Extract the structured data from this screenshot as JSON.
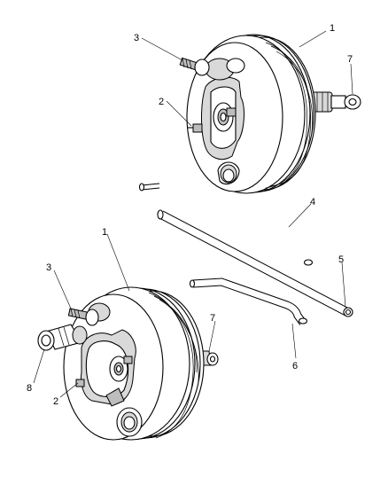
{
  "callouts": {
    "top_booster": "1",
    "top_stud": "3",
    "top_nut": "2",
    "top_clevis": "7",
    "hose_a": "4",
    "hose_b": "5",
    "hose_c": "6",
    "bottom_booster": "1",
    "bottom_stud": "3",
    "bottom_fitting": "8",
    "bottom_nut": "2",
    "bottom_clevis": "7"
  }
}
